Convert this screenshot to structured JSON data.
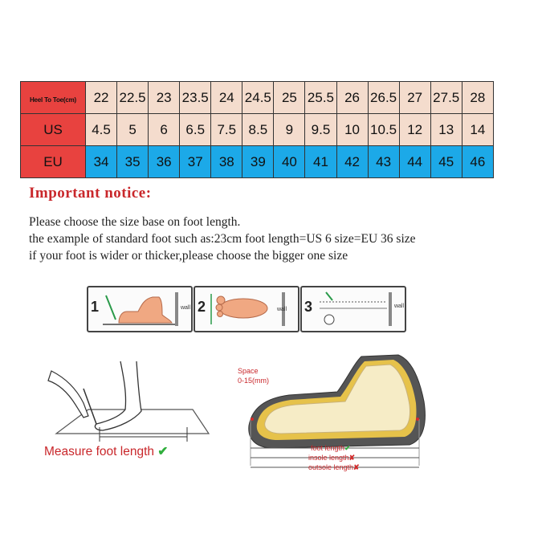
{
  "size_table": {
    "rows": [
      {
        "header_small": "Heel To Toe(cm)",
        "header_big": "",
        "values": [
          "22",
          "22.5",
          "23",
          "23.5",
          "24",
          "24.5",
          "25",
          "25.5",
          "26",
          "26.5",
          "27",
          "27.5",
          "28"
        ]
      },
      {
        "header_small": "",
        "header_big": "US",
        "values": [
          "4.5",
          "5",
          "6",
          "6.5",
          "7.5",
          "8.5",
          "9",
          "9.5",
          "10",
          "10.5",
          "12",
          "13",
          "14"
        ]
      },
      {
        "header_small": "",
        "header_big": "EU",
        "values": [
          "34",
          "35",
          "36",
          "37",
          "38",
          "39",
          "40",
          "41",
          "42",
          "43",
          "44",
          "45",
          "46"
        ]
      }
    ],
    "colors": {
      "header": "#e8423f",
      "cm_us_rows": "#f4dccd",
      "eu_row": "#1ca9e8"
    }
  },
  "notice": {
    "title": "Important notice:",
    "lines": [
      "Please choose the size base on foot length.",
      "the example of standard foot such as:23cm foot length=US 6 size=EU 36 size",
      "if your foot is wider or thicker,please choose the bigger one size"
    ],
    "title_color": "#c9272b"
  },
  "steps": [
    {
      "number": "1",
      "wall_label": "wall"
    },
    {
      "number": "2",
      "wall_label": "wall"
    },
    {
      "number": "3",
      "wall_label": "wall"
    }
  ],
  "measure_caption": "Measure foot length",
  "shoe_diagram": {
    "space_label": "Space",
    "space_range": "0-15",
    "space_unit": "(mm)",
    "foot_length": "foot length",
    "insole_length": "insole length",
    "outsole_length": "outsole length"
  },
  "icons": {
    "check": "check-icon",
    "cross": "cross-icon"
  }
}
